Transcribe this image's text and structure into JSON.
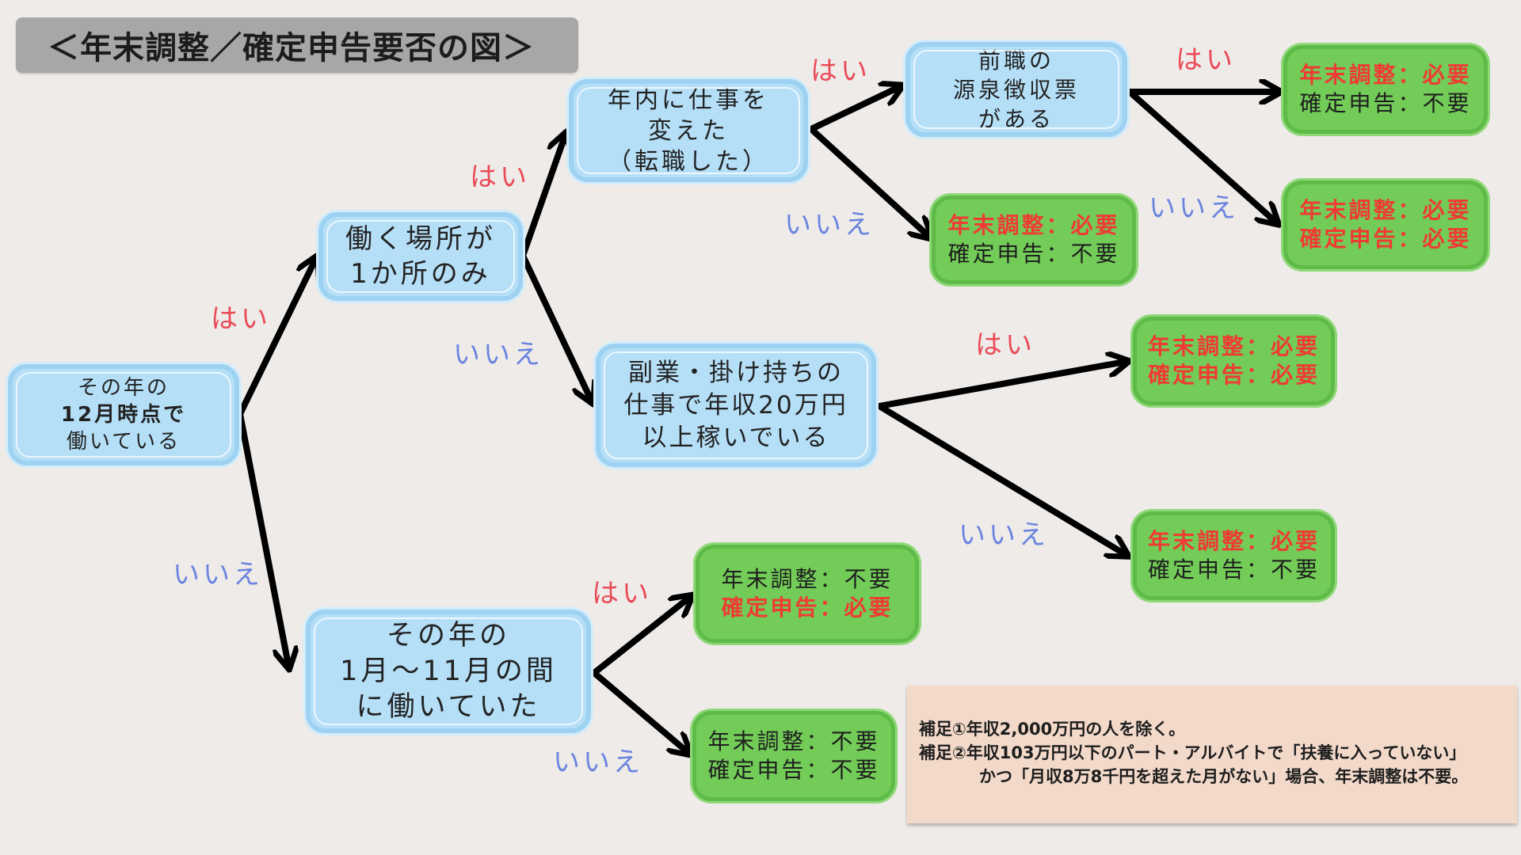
{
  "title": "＜年末調整／確定申告要否の図＞",
  "questions": {
    "q_working_dec": [
      "その年の",
      "12月時点で",
      "働いている"
    ],
    "q_one_place": [
      "働く場所が",
      "1か所のみ"
    ],
    "q_job_change": [
      "年内に仕事を",
      "変えた",
      "（転職した）"
    ],
    "q_prev_slip": [
      "前職の",
      "源泉徴収票",
      "がある"
    ],
    "q_side_job": [
      "副業・掛け持ちの",
      "仕事で年収20万円",
      "以上稼いでいる"
    ],
    "q_worked_jan_nov": [
      "その年の",
      "1月～11月の間",
      "に働いていた"
    ]
  },
  "answers": {
    "yes": "はい",
    "no": "いいえ"
  },
  "results": {
    "r_prev_yes": [
      "年末調整：必要",
      "確定申告：不要"
    ],
    "r_prev_no": [
      "年末調整：必要",
      "確定申告：必要"
    ],
    "r_change_no": [
      "年末調整：必要",
      "確定申告：不要"
    ],
    "r_side_yes": [
      "年末調整：必要",
      "確定申告：必要"
    ],
    "r_side_no": [
      "年末調整：必要",
      "確定申告：不要"
    ],
    "r_worked_yes": [
      "年末調整：不要",
      "確定申告：必要"
    ],
    "r_worked_no": [
      "年末調整：不要",
      "確定申告：不要"
    ]
  },
  "notes": [
    "補足①年収2,000万円の人を除く。",
    "補足②年収103万円以下のパート・アルバイトで「扶養に入っていない」",
    "かつ「月収8万8千円を超えた月がない」場合、年末調整は不要。"
  ],
  "colors": {
    "question_fill": "#b5dff7",
    "result_fill": "#72cc57",
    "yes_text": "#ea4a56",
    "no_text": "#6b84e0",
    "required_text": "#ef3b34",
    "note_fill": "#f2d9c9"
  }
}
